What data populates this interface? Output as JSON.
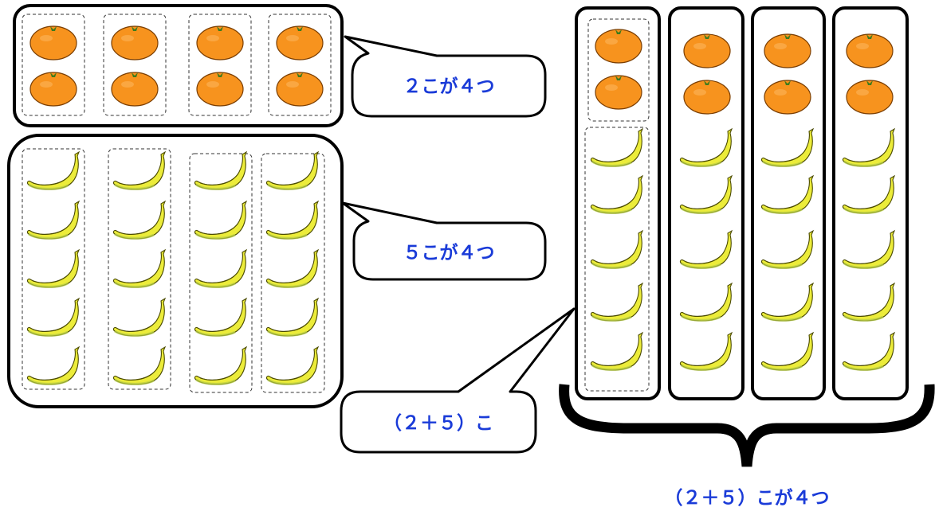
{
  "labels": {
    "oranges_callout": "２こが４つ",
    "bananas_callout": "５こが４つ",
    "column_callout": "（２＋５）こ",
    "brace_caption": "（２＋５）こが４つ"
  },
  "groups": {
    "count": 4,
    "oranges_per_group": 2,
    "bananas_per_group": 5
  },
  "colors": {
    "label_text": "#1a3bd8",
    "orange_fruit": "#f7931e",
    "banana_fruit": "#ecec3a",
    "frame": "#000000"
  },
  "icons": {
    "orange": "orange-fruit-icon",
    "banana": "banana-fruit-icon"
  }
}
